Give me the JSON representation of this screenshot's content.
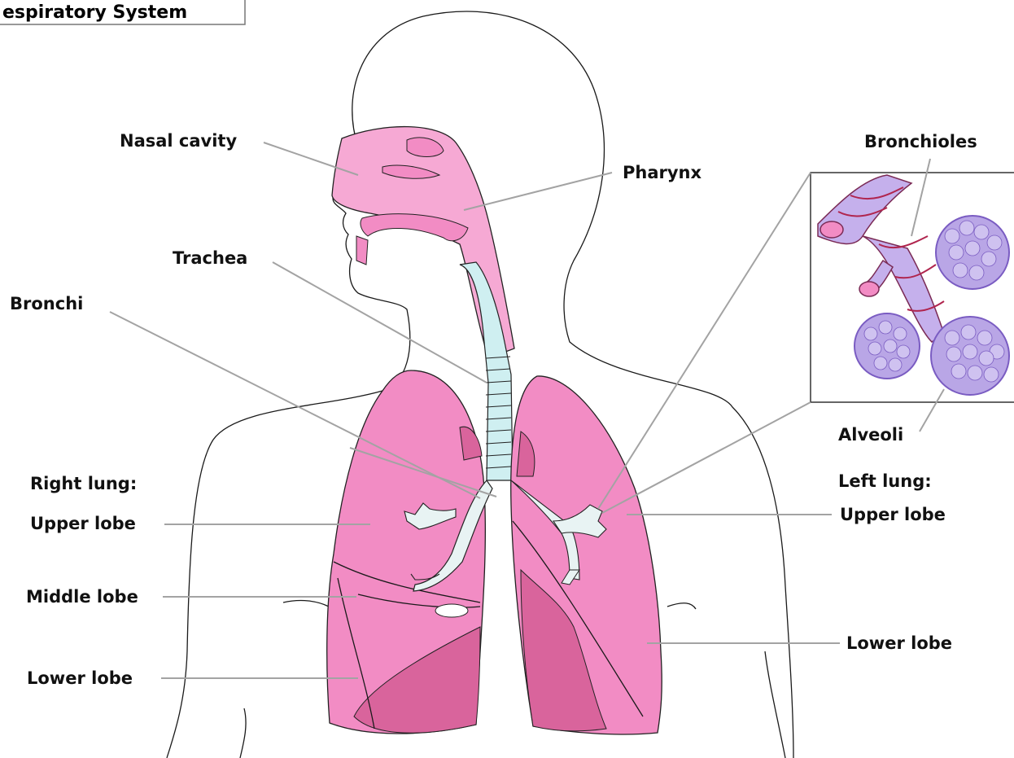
{
  "title": "espiratory System",
  "labels": {
    "nasal_cavity": "Nasal cavity",
    "pharynx": "Pharynx",
    "trachea": "Trachea",
    "bronchi": "Bronchi",
    "bronchioles": "Bronchioles",
    "alveoli": "Alveoli",
    "right_lung": "Right lung:",
    "right_upper_lobe": "Upper lobe",
    "right_middle_lobe": "Middle lobe",
    "right_lower_lobe": "Lower lobe",
    "left_lung": "Left lung:",
    "left_upper_lobe": "Upper lobe",
    "left_lower_lobe": "Lower lobe"
  },
  "colors": {
    "lung_pink": "#f28cc4",
    "lung_dark": "#d9649c",
    "airway_pink": "#f6a9d4",
    "trachea_blue": "#cfeff1",
    "alveoli_purple": "#b9a6e6",
    "leader_gray": "#a3a3a3"
  }
}
